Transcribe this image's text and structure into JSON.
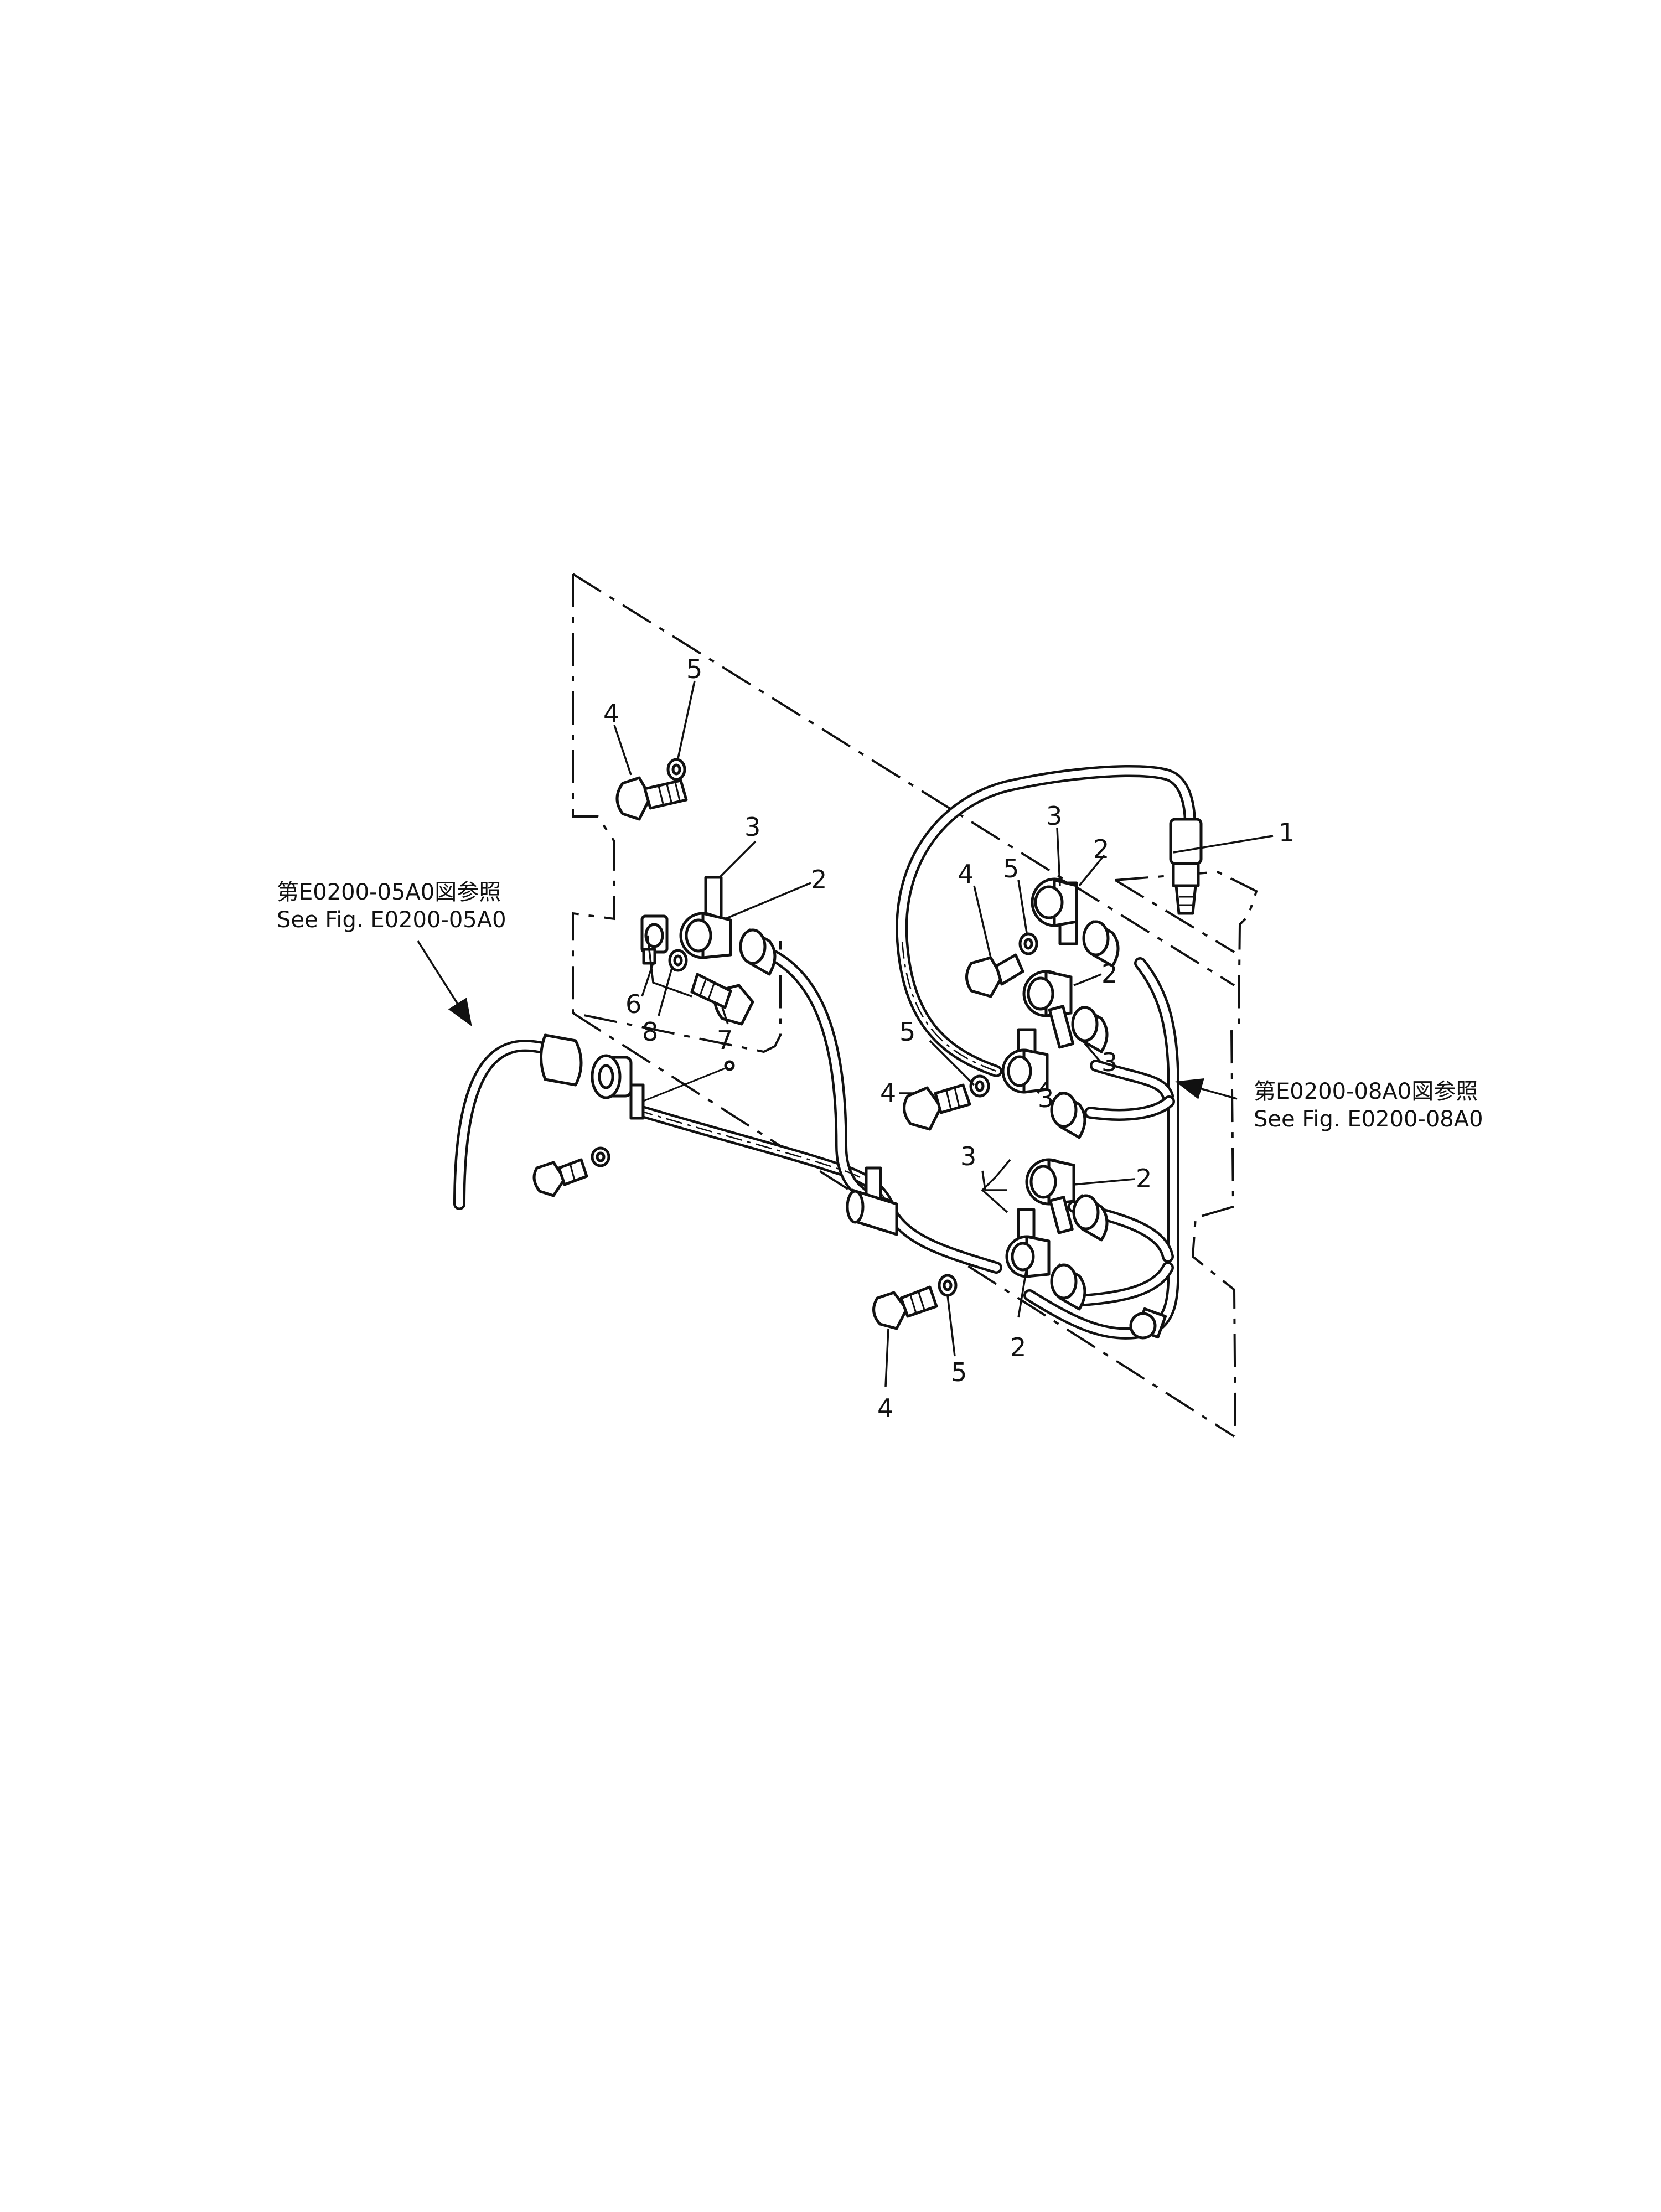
{
  "callouts": {
    "c1": "1",
    "c2a": "2",
    "c2b": "2",
    "c2c": "2",
    "c2d": "2",
    "c2e": "2",
    "c3a": "3",
    "c3b": "3",
    "c3c": "3",
    "c3d": "3",
    "c3e": "3",
    "c4a": "4",
    "c4b": "4",
    "c4c": "4",
    "c4d": "4",
    "c5a": "5",
    "c5b": "5",
    "c5c": "5",
    "c5d": "5",
    "c6": "6",
    "c7": "7",
    "c8": "8"
  },
  "references": {
    "left_jp": "第E0200-05A0図参照",
    "left_en": "See  Fig.  E0200-05A0",
    "right_jp": "第E0200-08A0図参照",
    "right_en": "See  Fig.  E0200-08A0"
  }
}
